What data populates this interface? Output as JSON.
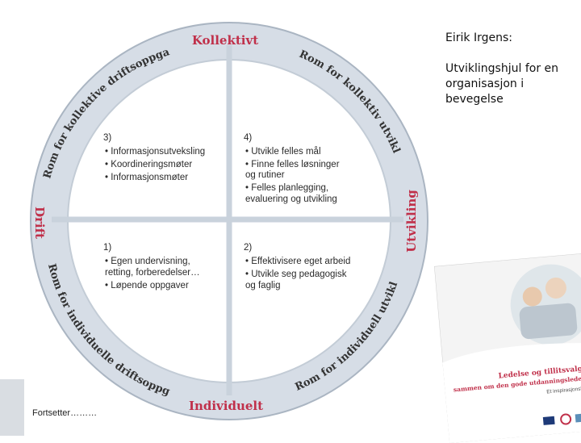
{
  "wheel": {
    "top_label": "Kollektivt",
    "bottom_label": "Individuelt",
    "left_label": "Drift",
    "right_label": "Utvikling",
    "arc_top_left": "Rom for kollektive driftsoppgaver",
    "arc_top_right": "Rom for kollektiv utvikling",
    "arc_bottom_left": "Rom for individuelle driftsoppgaver",
    "arc_bottom_right": "Rom for individuell utvikling",
    "colors": {
      "accent": "#c0304a",
      "ring": "#d6dde6",
      "ring_edge": "#aab5c2",
      "inner": "#ffffff",
      "text": "#2a2a2a"
    },
    "quadrants": [
      {
        "number": "3)",
        "lines": [
          "• Informasjonsutveksling",
          "• Koordineringsmøter",
          "• Informasjonsmøter"
        ]
      },
      {
        "number": "4)",
        "lines": [
          "• Utvikle felles mål",
          "• Finne felles løsninger",
          "   og rutiner",
          "• Felles planlegging,",
          "   evaluering og utvikling"
        ]
      },
      {
        "number": "1)",
        "lines": [
          "• Egen undervisning,",
          "   retting, forberedelser…",
          "• Løpende oppgaver"
        ]
      },
      {
        "number": "2)",
        "lines": [
          "• Effektivisere eget arbeid",
          "• Utvikle seg pedagogisk",
          "   og faglig"
        ]
      }
    ]
  },
  "side": {
    "author": "Eirik Irgens:",
    "title": "Utviklingshjul for en organisasjon i bevegelse"
  },
  "footer": {
    "note": "Fortsetter………"
  },
  "book": {
    "title_line1": "Ledelse og tillitsvalgte",
    "title_line2": "sammen om den gode utdanningsledelse",
    "subtitle": "Et inspirasjonshefte"
  }
}
